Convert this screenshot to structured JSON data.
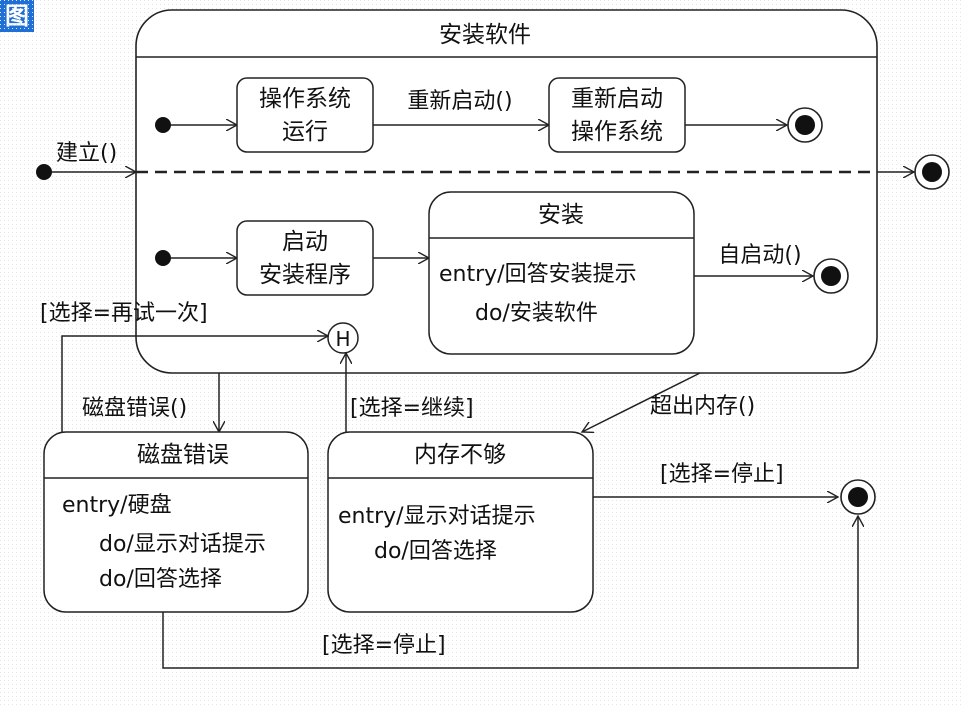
{
  "corner_badge": "图",
  "composite": {
    "title": "安装软件"
  },
  "states": {
    "os_running": [
      "操作系统",
      "运行"
    ],
    "restart_os": [
      "重新启动",
      "操作系统"
    ],
    "start_setup": [
      "启动",
      "安装程序"
    ],
    "install": {
      "title": "安装",
      "entry": "entry/回答安装提示",
      "do": "do/安装软件"
    },
    "disk_error": {
      "title": "磁盘错误",
      "entry": "entry/硬盘",
      "do1": "do/显示对话提示",
      "do2": "do/回答选择"
    },
    "low_memory": {
      "title": "内存不够",
      "entry": "entry/显示对话提示",
      "do": "do/回答选择"
    }
  },
  "history": "H",
  "transitions": {
    "create": "建立()",
    "restart": "重新启动()",
    "auto_start": "自启动()",
    "retry": "[选择=再试一次]",
    "disk_error": "磁盘错误()",
    "continue": "[选择=继续]",
    "out_of_memory": "超出内存()",
    "stop_upper": "[选择=停止]",
    "stop_lower": "[选择=停止]"
  }
}
